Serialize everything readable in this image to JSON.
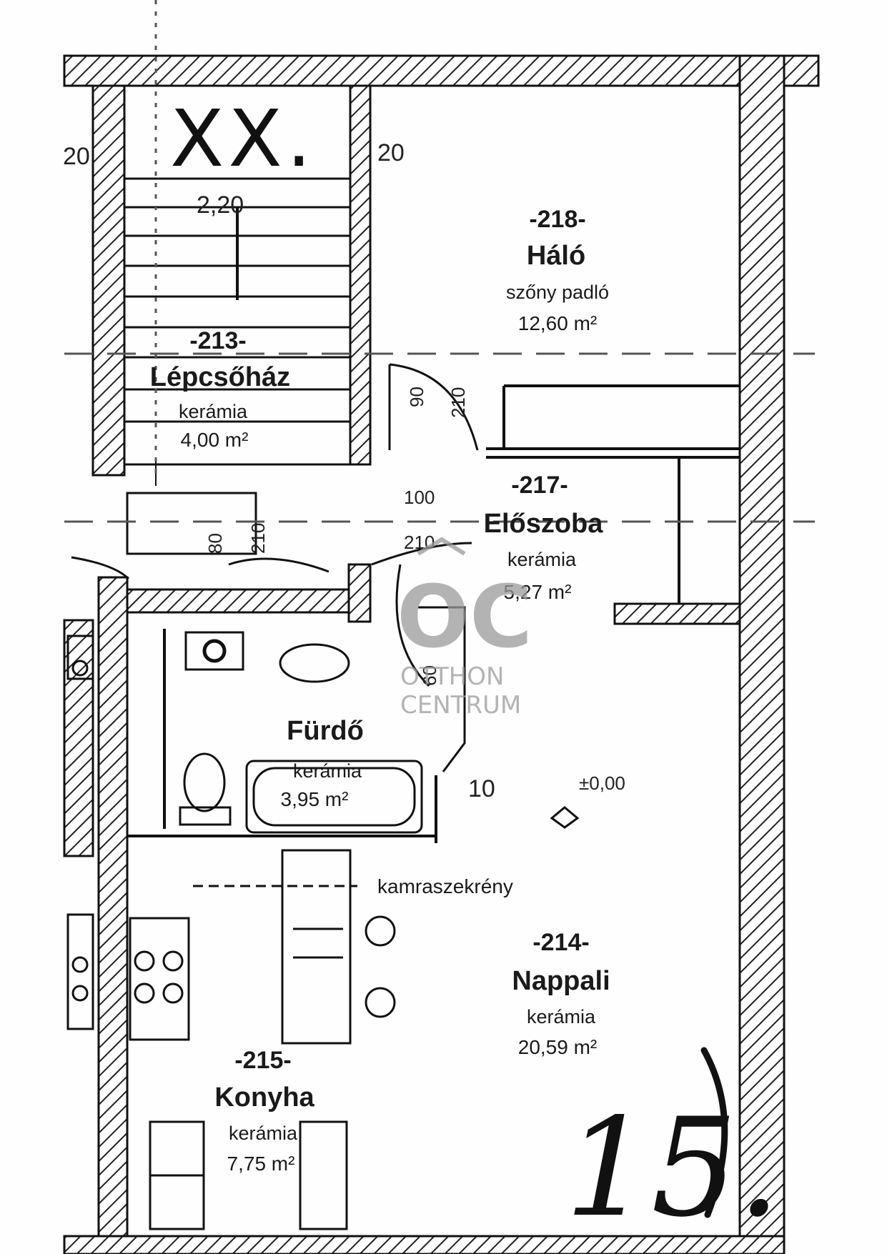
{
  "rooms": {
    "halo": {
      "number": "-218-",
      "name": "Háló",
      "finish": "szőny padló",
      "area": "12,60 m²"
    },
    "lepcsohaz": {
      "number": "-213-",
      "name": "Lépcsőház",
      "finish": "kerámia",
      "area": "4,00 m²"
    },
    "eloszoba": {
      "number": "-217-",
      "name": "Előszoba",
      "finish": "kerámia",
      "area": "5,27 m²"
    },
    "furdo": {
      "number": "",
      "name": "Fürdő",
      "finish": "kerámia",
      "area": "3,95 m²"
    },
    "nappali": {
      "number": "-214-",
      "name": "Nappali",
      "finish": "kerámia",
      "area": "20,59 m²"
    },
    "konyha": {
      "number": "-215-",
      "name": "Konyha",
      "finish": "kerámia",
      "area": "7,75 m²"
    }
  },
  "dimensions": {
    "stair_width": "2,20",
    "stair_head_left": "20",
    "stair_head_right": "20",
    "door_90": "90",
    "door_210a": "210",
    "door_100": "100",
    "door_210b": "210",
    "door_80": "80",
    "door_210c": "210",
    "door_60": "60",
    "wall_10": "10",
    "level": "±0,00"
  },
  "annotations": {
    "pantry": "kamraszekrény",
    "stair_mark": "XX.",
    "unit_number": "15."
  },
  "watermark": {
    "logo": "OC",
    "line1": "OTTHON",
    "line2": "CENTRUM"
  }
}
